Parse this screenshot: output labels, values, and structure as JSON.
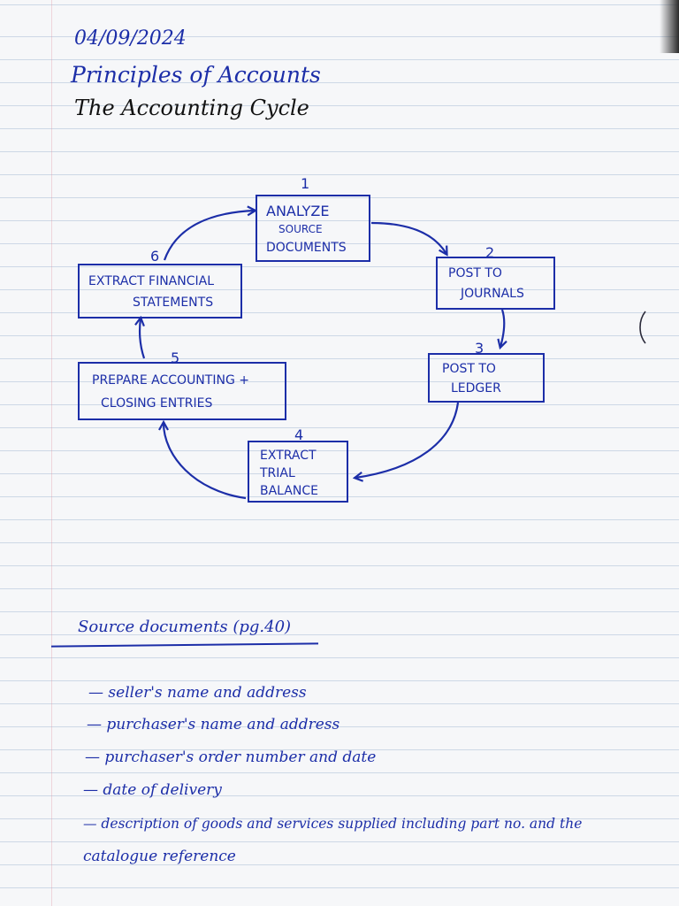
{
  "header": {
    "date": "04/09/2024",
    "subject": "Principles of Accounts",
    "title": "The Accounting Cycle"
  },
  "cycle": {
    "steps": [
      {
        "number": "1",
        "lines": [
          "ANALYZE",
          "SOURCE",
          "DOCUMENTS"
        ]
      },
      {
        "number": "2",
        "lines": [
          "POST TO",
          "JOURNALS"
        ]
      },
      {
        "number": "3",
        "lines": [
          "POST TO",
          "LEDGER"
        ]
      },
      {
        "number": "4",
        "lines": [
          "EXTRACT",
          "TRIAL",
          "BALANCE"
        ]
      },
      {
        "number": "5",
        "lines": [
          "PREPARE ACCOUNTING +",
          "CLOSING ENTRIES"
        ]
      },
      {
        "number": "6",
        "lines": [
          "EXTRACT FINANCIAL",
          "STATEMENTS"
        ]
      }
    ]
  },
  "source_documents": {
    "heading": "Source documents (pg.40)",
    "items": [
      "— seller's name and address",
      "— purchaser's name and address",
      "— purchaser's order number and date",
      "— date of delivery",
      "— description of goods and services supplied including part no. and the",
      "catalogue reference"
    ]
  },
  "colors": {
    "ink_blue": "#1c2ea8",
    "ink_black": "#111111",
    "rule": "#cdd8e6"
  }
}
